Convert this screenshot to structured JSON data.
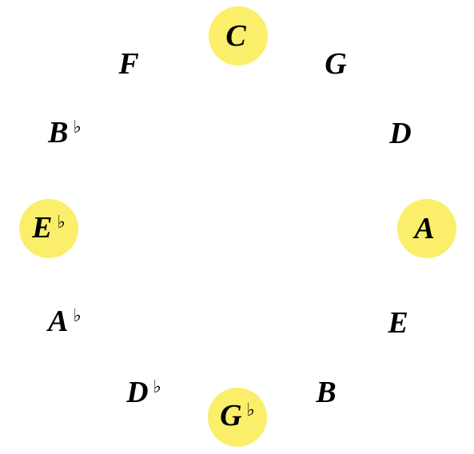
{
  "colors": {
    "highlight": "#fbee6a",
    "text": "#000000"
  },
  "notes": [
    {
      "id": "c",
      "letter": "C",
      "accidental": "",
      "highlighted": true
    },
    {
      "id": "g",
      "letter": "G",
      "accidental": "",
      "highlighted": false
    },
    {
      "id": "d",
      "letter": "D",
      "accidental": "",
      "highlighted": false
    },
    {
      "id": "a",
      "letter": "A",
      "accidental": "",
      "highlighted": true
    },
    {
      "id": "e",
      "letter": "E",
      "accidental": "",
      "highlighted": false
    },
    {
      "id": "b",
      "letter": "B",
      "accidental": "",
      "highlighted": false
    },
    {
      "id": "gb",
      "letter": "G",
      "accidental": "♭",
      "highlighted": true
    },
    {
      "id": "db",
      "letter": "D",
      "accidental": "♭",
      "highlighted": false
    },
    {
      "id": "ab",
      "letter": "A",
      "accidental": "♭",
      "highlighted": false
    },
    {
      "id": "eb",
      "letter": "E",
      "accidental": "♭",
      "highlighted": true
    },
    {
      "id": "bb",
      "letter": "B",
      "accidental": "♭",
      "highlighted": false
    },
    {
      "id": "f",
      "letter": "F",
      "accidental": "",
      "highlighted": false
    }
  ]
}
